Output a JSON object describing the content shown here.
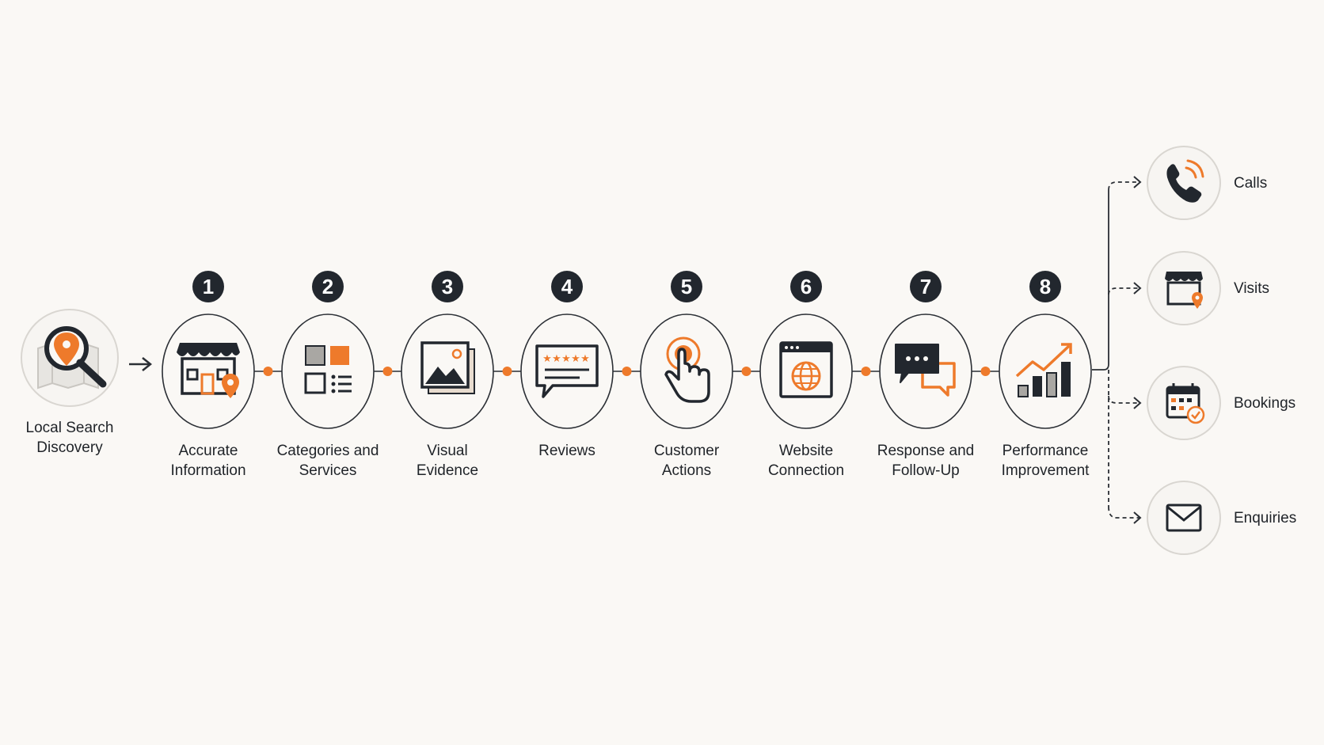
{
  "colors": {
    "accent": "#ee7a2b",
    "dark": "#22272e",
    "line": "#2b2f35",
    "circle_border": "#d9d6d1",
    "gray": "#9a9a9a"
  },
  "start": {
    "line1": "Local Search",
    "line2": "Discovery",
    "icon": "map-search-pin-icon"
  },
  "steps": [
    {
      "number": "1",
      "line1": "Accurate",
      "line2": "Information",
      "icon": "storefront-pin-icon"
    },
    {
      "number": "2",
      "line1": "Categories and",
      "line2": "Services",
      "icon": "category-grid-icon"
    },
    {
      "number": "3",
      "line1": "Visual",
      "line2": "Evidence",
      "icon": "photo-gallery-icon"
    },
    {
      "number": "4",
      "line1": "Reviews",
      "line2": "",
      "icon": "star-review-icon"
    },
    {
      "number": "5",
      "line1": "Customer",
      "line2": "Actions",
      "icon": "tap-hand-icon"
    },
    {
      "number": "6",
      "line1": "Website",
      "line2": "Connection",
      "icon": "browser-globe-icon"
    },
    {
      "number": "7",
      "line1": "Response and",
      "line2": "Follow-Up",
      "icon": "chat-bubbles-icon"
    },
    {
      "number": "8",
      "line1": "Performance",
      "line2": "Improvement",
      "icon": "growth-chart-icon"
    }
  ],
  "outcomes": [
    {
      "label": "Calls",
      "icon": "phone-icon"
    },
    {
      "label": "Visits",
      "icon": "store-visit-icon"
    },
    {
      "label": "Bookings",
      "icon": "calendar-check-icon"
    },
    {
      "label": "Enquiries",
      "icon": "envelope-icon"
    }
  ]
}
